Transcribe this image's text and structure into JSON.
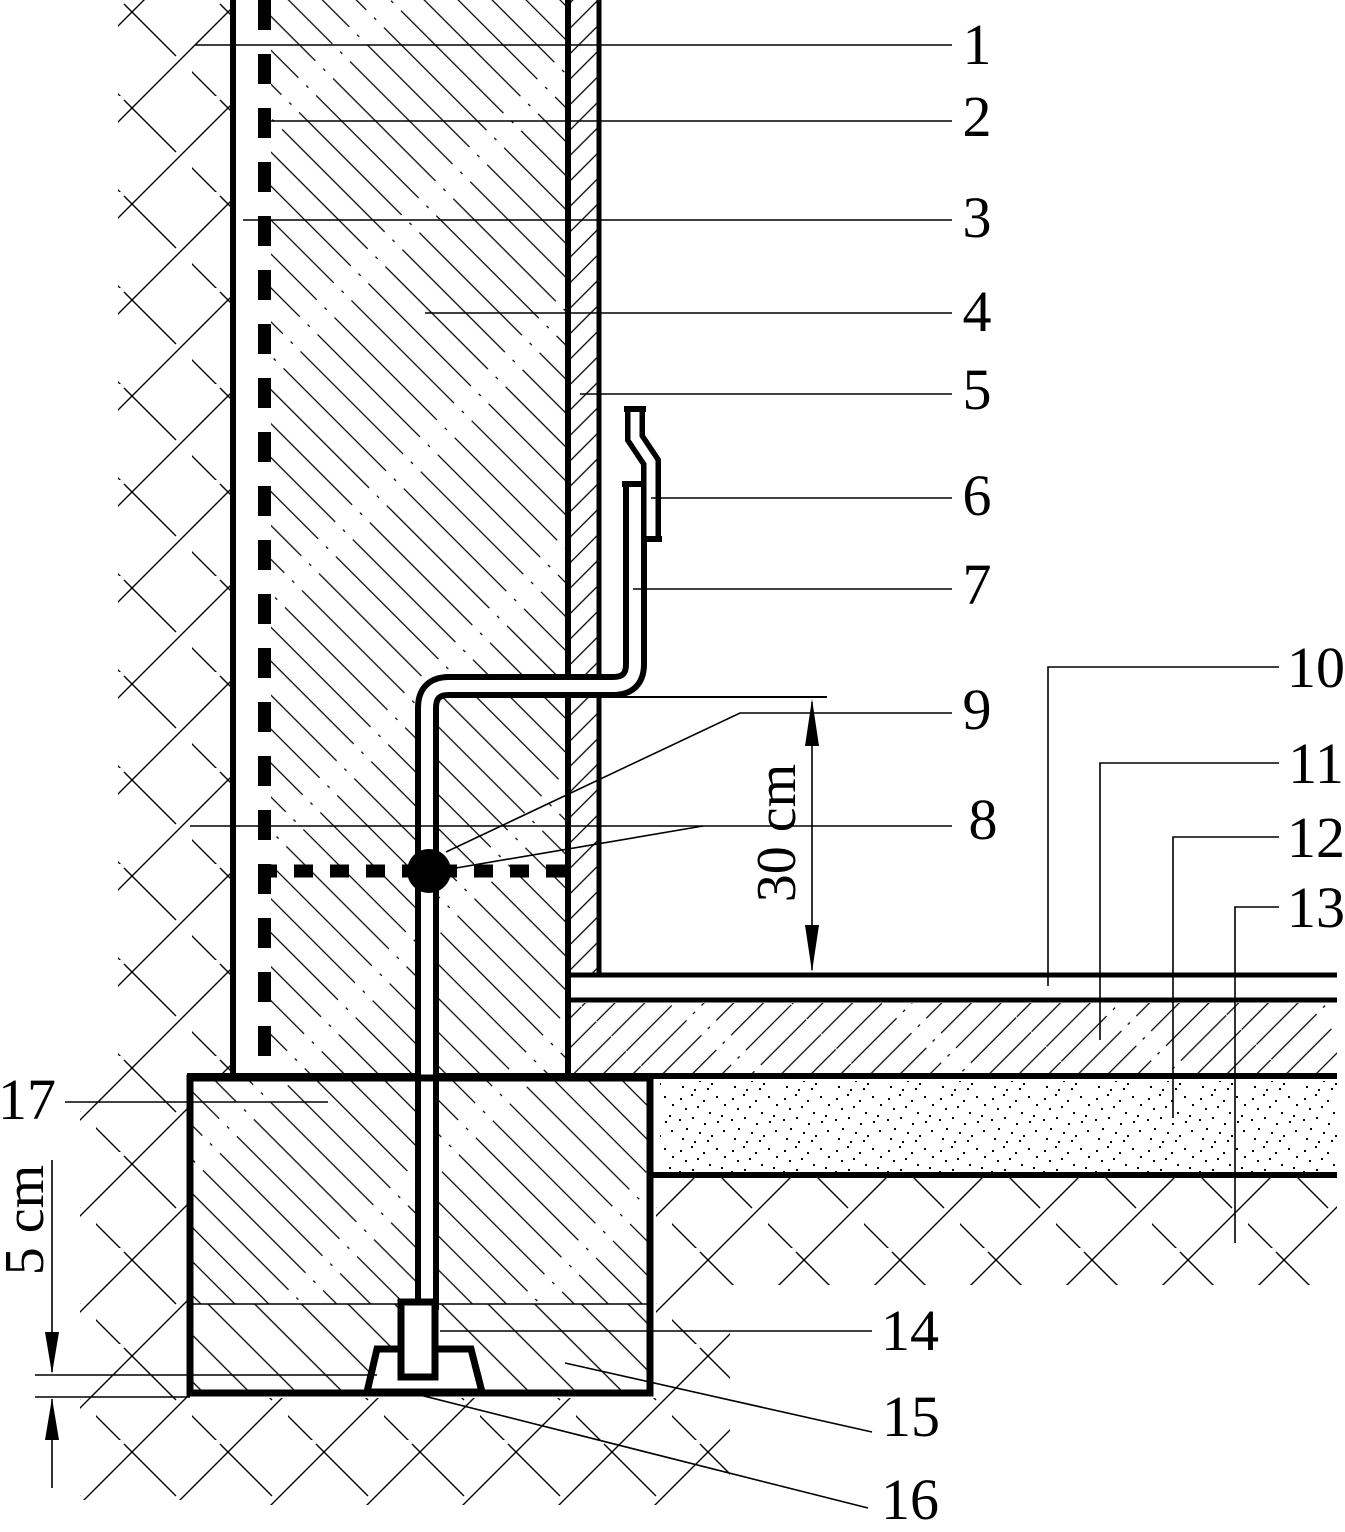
{
  "figure": {
    "callouts": {
      "c1": "1",
      "c2": "2",
      "c3": "3",
      "c4": "4",
      "c5": "5",
      "c6": "6",
      "c7": "7",
      "c8": "8",
      "c9": "9",
      "c10": "10",
      "c11": "11",
      "c12": "12",
      "c13": "13",
      "c14": "14",
      "c15": "15",
      "c16": "16",
      "c17": "17"
    },
    "dimensions": {
      "d30": "30 cm",
      "d5": "5 cm"
    }
  }
}
